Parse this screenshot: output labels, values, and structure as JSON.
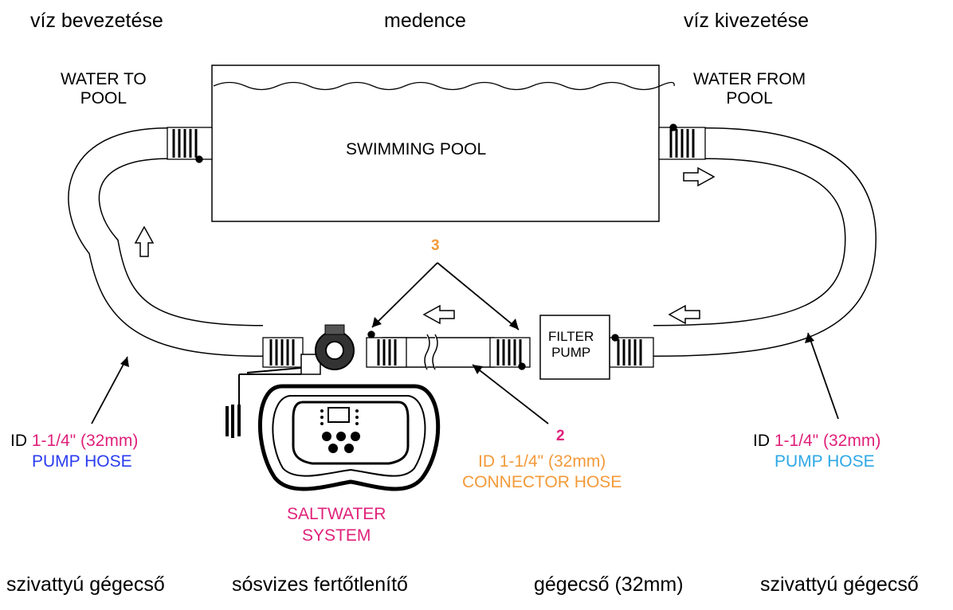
{
  "hungarian_top": {
    "water_in": "víz bevezetése",
    "pool": "medence",
    "water_out": "víz kivezetése"
  },
  "hungarian_bottom": {
    "pump_hose_left": "szivattyú gégecső",
    "saltwater": "sósvizes fertőtlenítő",
    "connector": "gégecső (32mm)",
    "pump_hose_right": "szivattyú gégecső"
  },
  "diagram": {
    "water_to_pool": [
      "WATER TO",
      "POOL"
    ],
    "water_from_pool": [
      "WATER FROM",
      "POOL"
    ],
    "swimming_pool": "SWIMMING POOL",
    "filter_pump": [
      "FILTER",
      "PUMP"
    ],
    "callout_3": "3",
    "callout_2": "2",
    "left_hose": {
      "prefix": "ID ",
      "size": "1-1/4\" (32mm)",
      "name": "PUMP HOSE"
    },
    "right_hose": {
      "prefix": "ID ",
      "size": "1-1/4\" (32mm)",
      "name": "PUMP HOSE"
    },
    "connector_hose": {
      "line1": "ID 1-1/4\" (32mm)",
      "line2": "CONNECTOR HOSE"
    },
    "saltwater_system": [
      "SALTWATER",
      "SYSTEM"
    ]
  },
  "colors": {
    "magenta": "#e0217a",
    "orange": "#f39a3a",
    "blue": "#2a3cf0",
    "light_blue": "#2ea8e6"
  }
}
